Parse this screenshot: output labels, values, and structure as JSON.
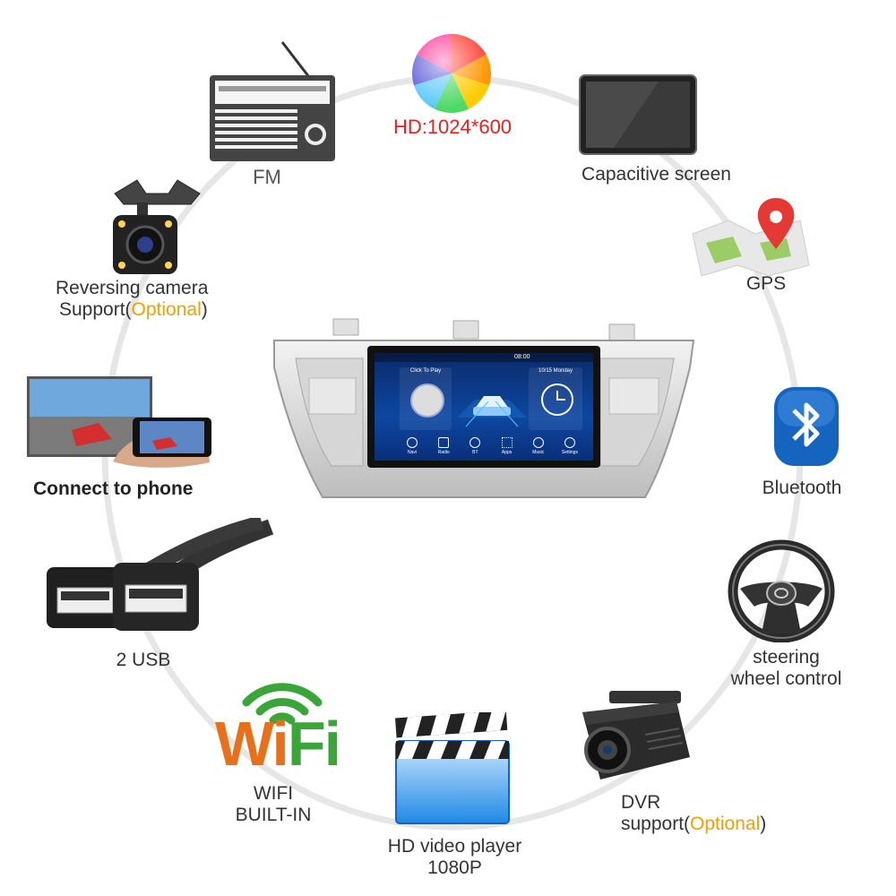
{
  "features": {
    "hd": {
      "label": "HD:1024*600",
      "color": "#e8201c"
    },
    "fm": {
      "label": "FM"
    },
    "screen": {
      "label": "Capacitive screen"
    },
    "gps": {
      "label": "GPS"
    },
    "reversing": {
      "line1": "Reversing camera",
      "line2_prefix": "Support(",
      "line2_optional": "Optional",
      "line2_suffix": ")"
    },
    "phone": {
      "label": "Connect to phone"
    },
    "bluetooth": {
      "label": "Bluetooth",
      "color": "#1565c0"
    },
    "usb": {
      "label": "2 USB"
    },
    "steering": {
      "line1": "steering",
      "line2": "wheel control"
    },
    "wifi": {
      "logo_text": "WiFi",
      "line1": "WIFI",
      "line2": "BUILT-IN",
      "logo_colors": [
        "#e8701a",
        "#3aa63a"
      ]
    },
    "video": {
      "line1": "HD video player",
      "line2": "1080P"
    },
    "dvr": {
      "line1": "DVR",
      "line2_prefix": "support(",
      "line2_optional": "Optional",
      "line2_suffix": ")"
    }
  },
  "device_screen": {
    "time": "08:00",
    "music_card": "Click To Play",
    "date_card": "10/15 Monday",
    "dock": [
      "Navi",
      "Radio",
      "BT",
      "Apps",
      "Music",
      "Settings"
    ]
  },
  "optional_color": "#f0a000"
}
